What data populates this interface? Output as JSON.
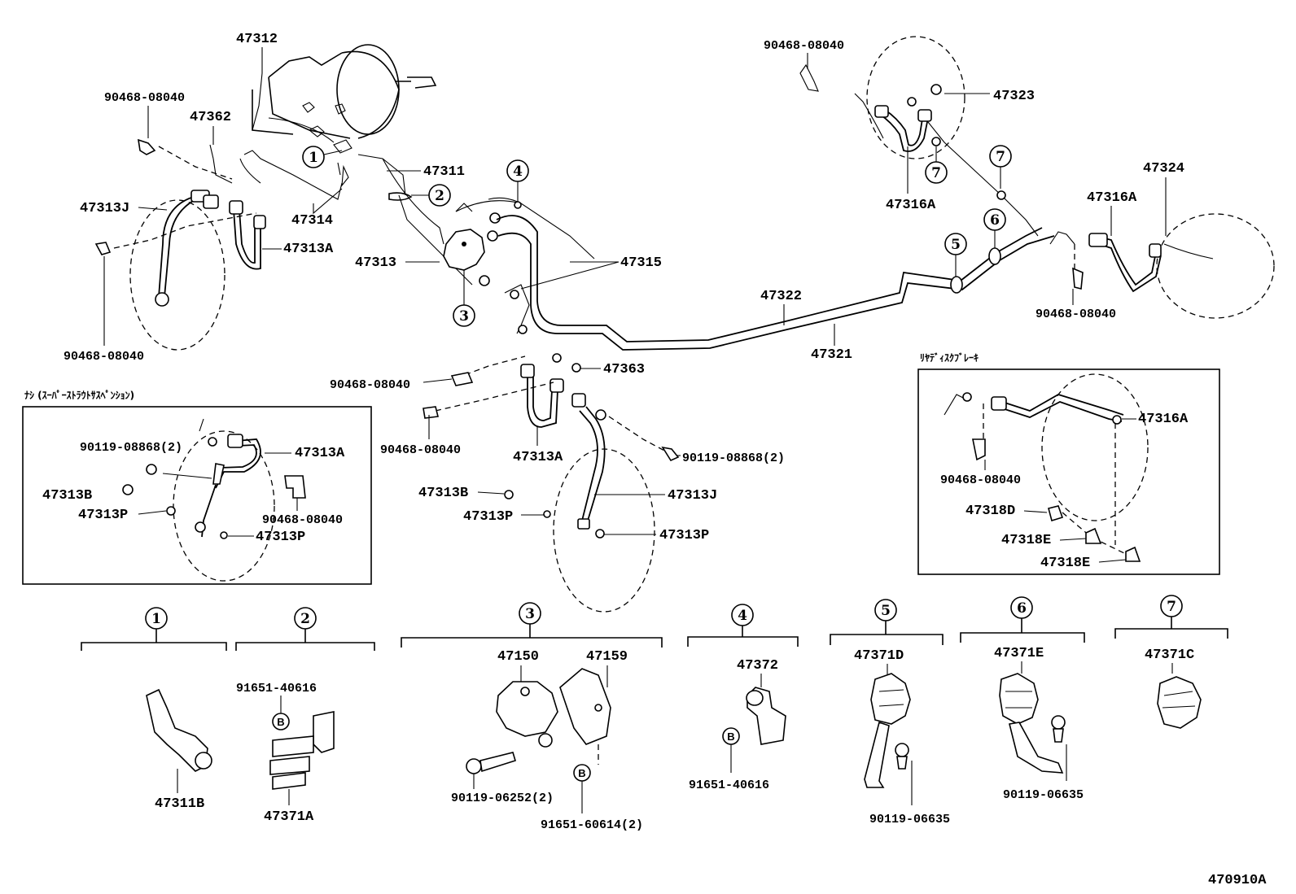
{
  "diagram_id": "470910A",
  "captions": {
    "left_box": "ﾅｼ (ｽｰﾊﾟｰｽﾄﾗｳﾄｻｽﾍﾟﾝｼｮﾝ)",
    "right_box": "ﾘﾔﾃﾞｨｽｸﾌﾞﾚｰｷ"
  },
  "callout_numbers": [
    "1",
    "2",
    "3",
    "4",
    "5",
    "6",
    "7"
  ],
  "bolt_badge": "B",
  "parts": {
    "p47312": "47312",
    "p47362": "47362",
    "p47311": "47311",
    "p47314": "47314",
    "p47313": "47313",
    "p47313J": "47313J",
    "p47313A": "47313A",
    "p47315": "47315",
    "p47322": "47322",
    "p47321": "47321",
    "p47323": "47323",
    "p47316A": "47316A",
    "p47324": "47324",
    "p47363": "47363",
    "p47313B": "47313B",
    "p47313P": "47313P",
    "p47318D": "47318D",
    "p47318E": "47318E",
    "p90468": "90468-08040",
    "p90119_08868": "90119-08868(2)",
    "p47150": "47150",
    "p47159": "47159",
    "p47311B": "47311B",
    "p91651_40616": "91651-40616",
    "p47371A": "47371A",
    "p90119_06252": "90119-06252(2)",
    "p91651_60614": "91651-60614(2)",
    "p47372": "47372",
    "p47371D": "47371D",
    "p90119_06635": "90119-06635",
    "p47371E": "47371E",
    "p47371C": "47371C"
  }
}
